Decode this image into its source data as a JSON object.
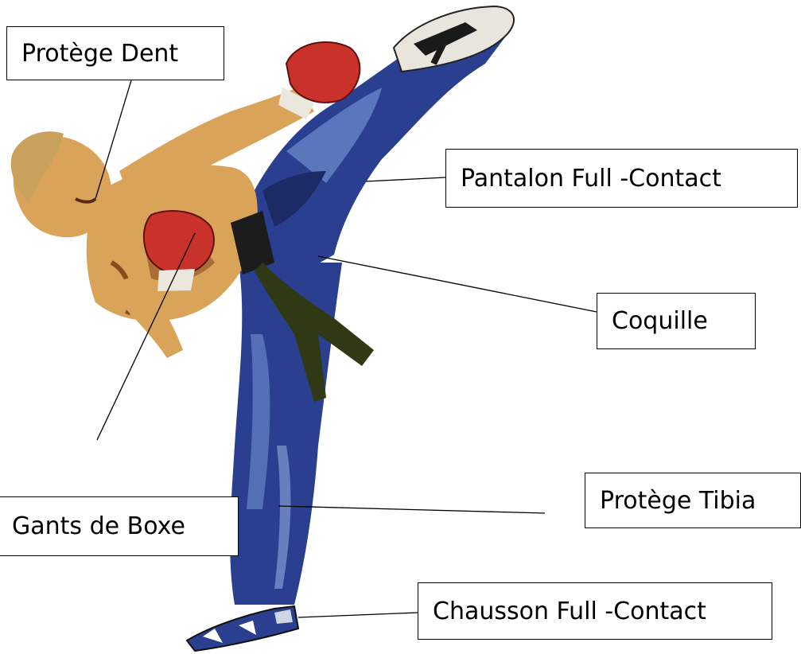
{
  "labels": {
    "protege_dent": "Protège Dent",
    "pantalon": "Pantalon Full -Contact",
    "coquille": "Coquille",
    "protege_tibia": "Protège Tibia",
    "gants": "Gants de Boxe",
    "chausson": "Chausson Full -Contact"
  },
  "colors": {
    "pants_blue": "#2a3f8f",
    "pants_light": "#6f8fd0",
    "skin": "#d9a35a",
    "skin_shadow": "#8a4a1c",
    "glove_red": "#c9322b",
    "belt_green": "#2f3a14",
    "hair": "#c8a25c"
  }
}
